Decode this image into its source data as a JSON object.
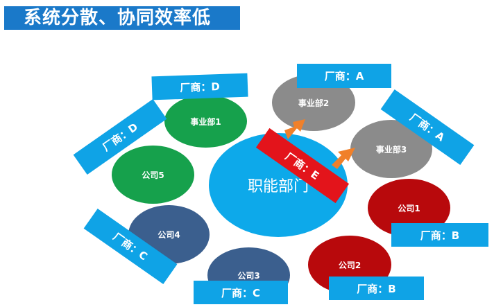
{
  "title": "系统分散、协同效率低",
  "colors": {
    "title_bg": "#1a79c9",
    "tag_bg": "#0fa3e6",
    "tag_highlight": "#e3141b",
    "center_node": "#0da9ea",
    "group_business": "#8b8b8b",
    "group_green": "#16a14c",
    "group_navy": "#3b5f8e",
    "group_red": "#b8090c",
    "arrow": "#f0802a"
  },
  "nodes": {
    "center": "职能部门",
    "biz1": "事业部1",
    "biz2": "事业部2",
    "biz3": "事业部3",
    "co1": "公司1",
    "co2": "公司2",
    "co3": "公司3",
    "co4": "公司4",
    "co5": "公司5"
  },
  "vendors": {
    "a_top": "厂商：A",
    "a_right": "厂商：A",
    "b_upper": "厂商：B",
    "b_lower": "厂商：B",
    "c_bottom": "厂商：C",
    "c_left": "厂商：C",
    "d_left": "厂商：D",
    "d_top": "厂商：D",
    "e_center": "厂商：E"
  }
}
